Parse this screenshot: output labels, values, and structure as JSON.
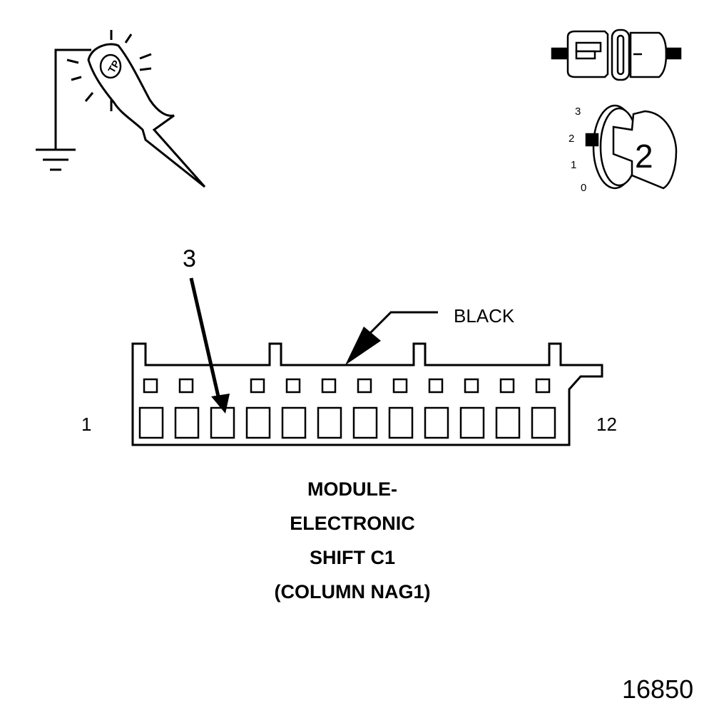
{
  "connector": {
    "pin_first": "1",
    "pin_last": "12",
    "wire_color": "BLACK",
    "callout_pin": "3",
    "title_lines": [
      "MODULE-",
      "ELECTRONIC",
      "SHIFT C1",
      "(COLUMN NAG1)"
    ]
  },
  "ignition_key": {
    "positions": [
      "3",
      "2",
      "1",
      "0"
    ],
    "current_position": "2"
  },
  "figure_id": "16850",
  "icons": [
    "test-probe-icon",
    "ground-icon",
    "disconnected-connector-icon",
    "ignition-key-icon",
    "connector-face-diagram"
  ]
}
